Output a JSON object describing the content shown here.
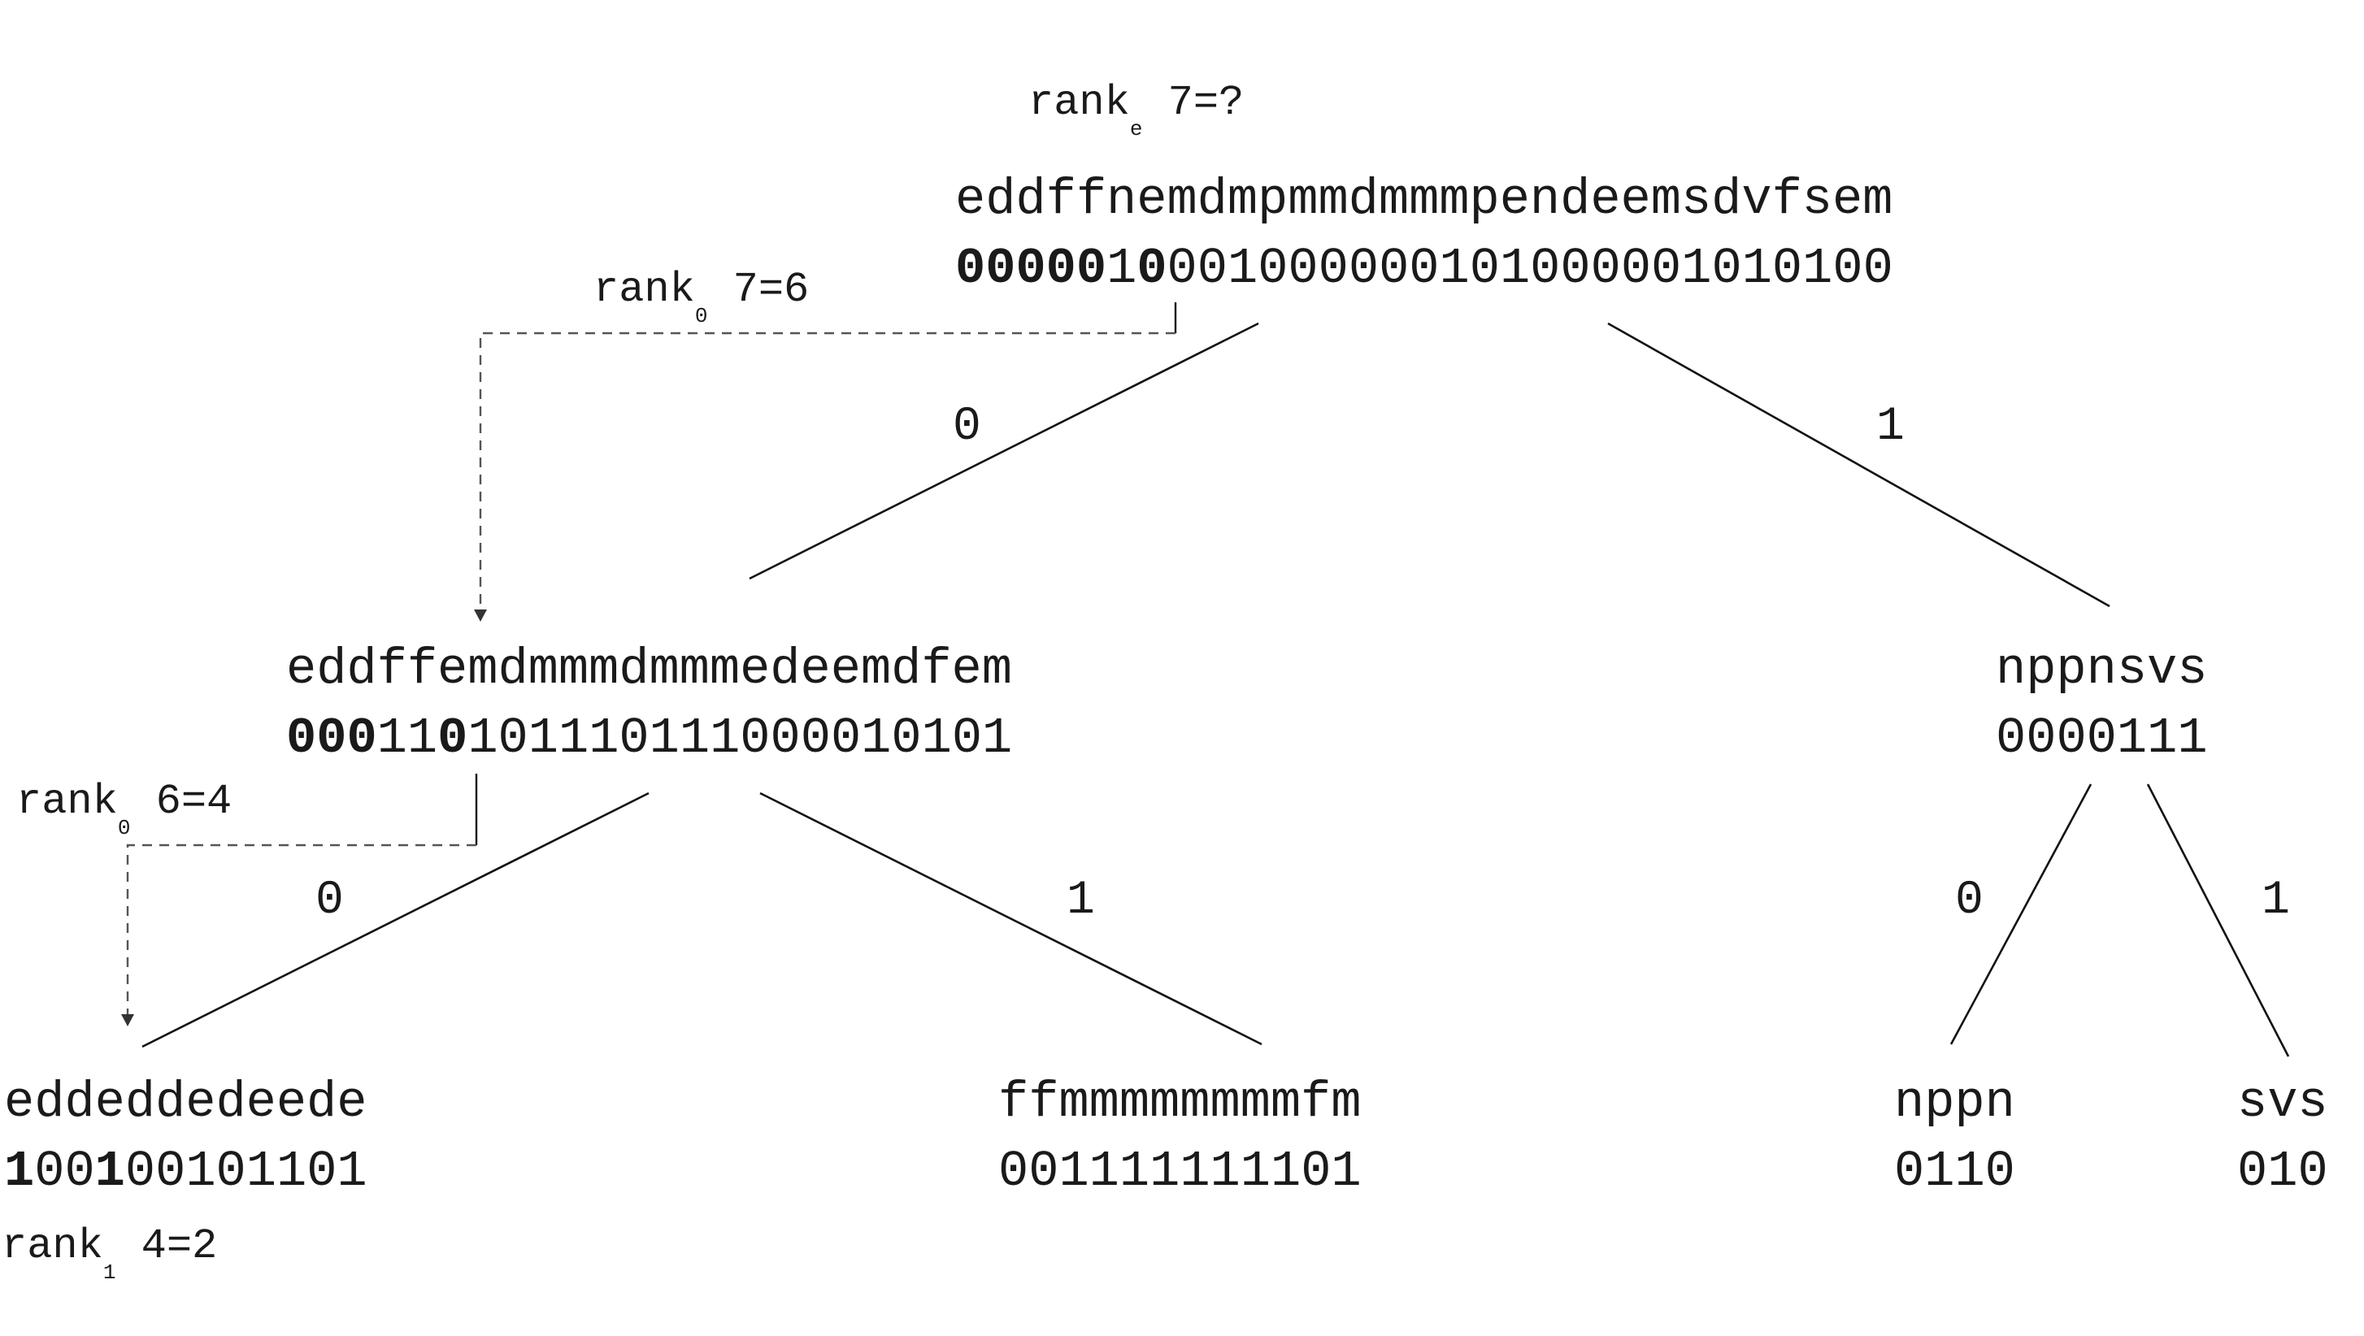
{
  "query": {
    "op": "rank",
    "sub": "e",
    "rest": " 7=?"
  },
  "nodes": {
    "root": {
      "seq": "eddffnemdmpmmdmmmpendeemsdvfsem",
      "bits": "0000010001000000101000001010100",
      "bold": [
        0,
        1,
        2,
        3,
        4,
        6
      ]
    },
    "n0": {
      "seq": "eddffemdmmmdmmmedeemdfem",
      "bits": "000110101110111000010101",
      "bold": [
        0,
        1,
        2,
        5
      ]
    },
    "n1": {
      "seq": "nppnsvs",
      "bits": "0000111",
      "bold": []
    },
    "n00": {
      "seq": "eddeddedeede",
      "bits": "100100101101",
      "bold": [
        0,
        3
      ]
    },
    "n01": {
      "seq": "ffmmmmmmmmfm",
      "bits": "001111111101",
      "bold": []
    },
    "n10": {
      "seq": "nppn",
      "bits": "0110",
      "bold": []
    },
    "n11": {
      "seq": "svs",
      "bits": "010",
      "bold": []
    }
  },
  "edge_labels": {
    "l_root_0": "0",
    "l_root_1": "1",
    "l_n0_0": "0",
    "l_n0_1": "1",
    "l_n1_0": "0",
    "l_n1_1": "1"
  },
  "rank_steps": {
    "r1": {
      "op": "rank",
      "sub": "0",
      "rest": " 7=6"
    },
    "r2": {
      "op": "rank",
      "sub": "0",
      "rest": " 6=4"
    },
    "r3": {
      "op": "rank",
      "sub": "1",
      "rest": " 4=2"
    }
  }
}
